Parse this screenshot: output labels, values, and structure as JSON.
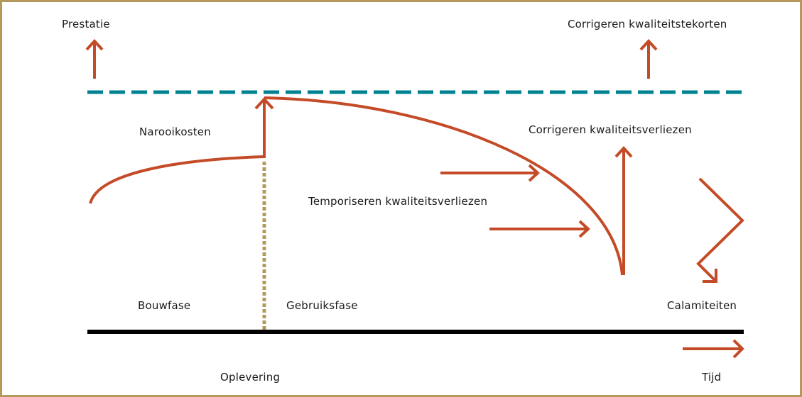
{
  "labels": {
    "prestatie": "Prestatie",
    "corrigeren_tekorten": "Corrigeren kwaliteitstekorten",
    "narooikosten": "Narooikosten",
    "corrigeren_verliezen": "Corrigeren kwaliteitsverliezen",
    "temporiseren": "Temporiseren kwaliteitsverliezen",
    "bouwfase": "Bouwfase",
    "gebruiksfase": "Gebruiksfase",
    "calamiteiten": "Calamiteiten",
    "oplevering": "Oplevering",
    "tijd": "Tijd"
  },
  "colors": {
    "accent": "#c44b27",
    "dashed": "#00818f",
    "border": "#b39a5b",
    "axis": "#000000"
  }
}
